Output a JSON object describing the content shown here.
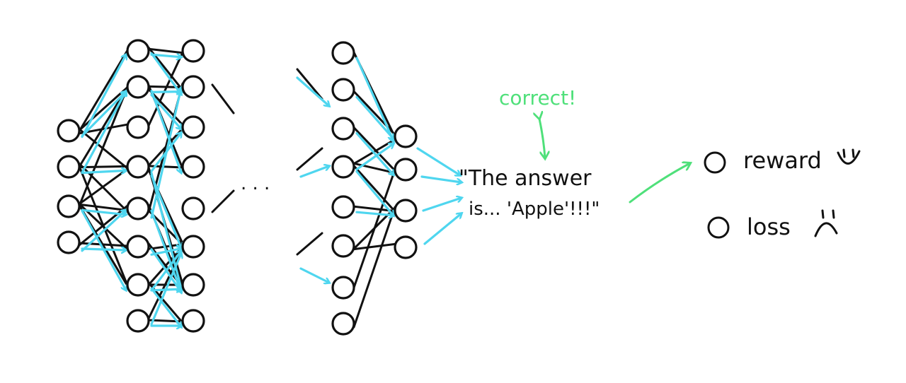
{
  "colors": {
    "ink": "#111111",
    "signal": "#4fd6ef",
    "positive": "#4fe07a"
  },
  "ellipsis": ". . .",
  "output": {
    "line1": "\"The answer",
    "line2": "is... 'Apple'!!!\""
  },
  "verdict": "correct!",
  "outcomes": [
    {
      "label": "reward",
      "face": "smile-icon"
    },
    {
      "label": "loss",
      "face": "frown-icon"
    }
  ]
}
